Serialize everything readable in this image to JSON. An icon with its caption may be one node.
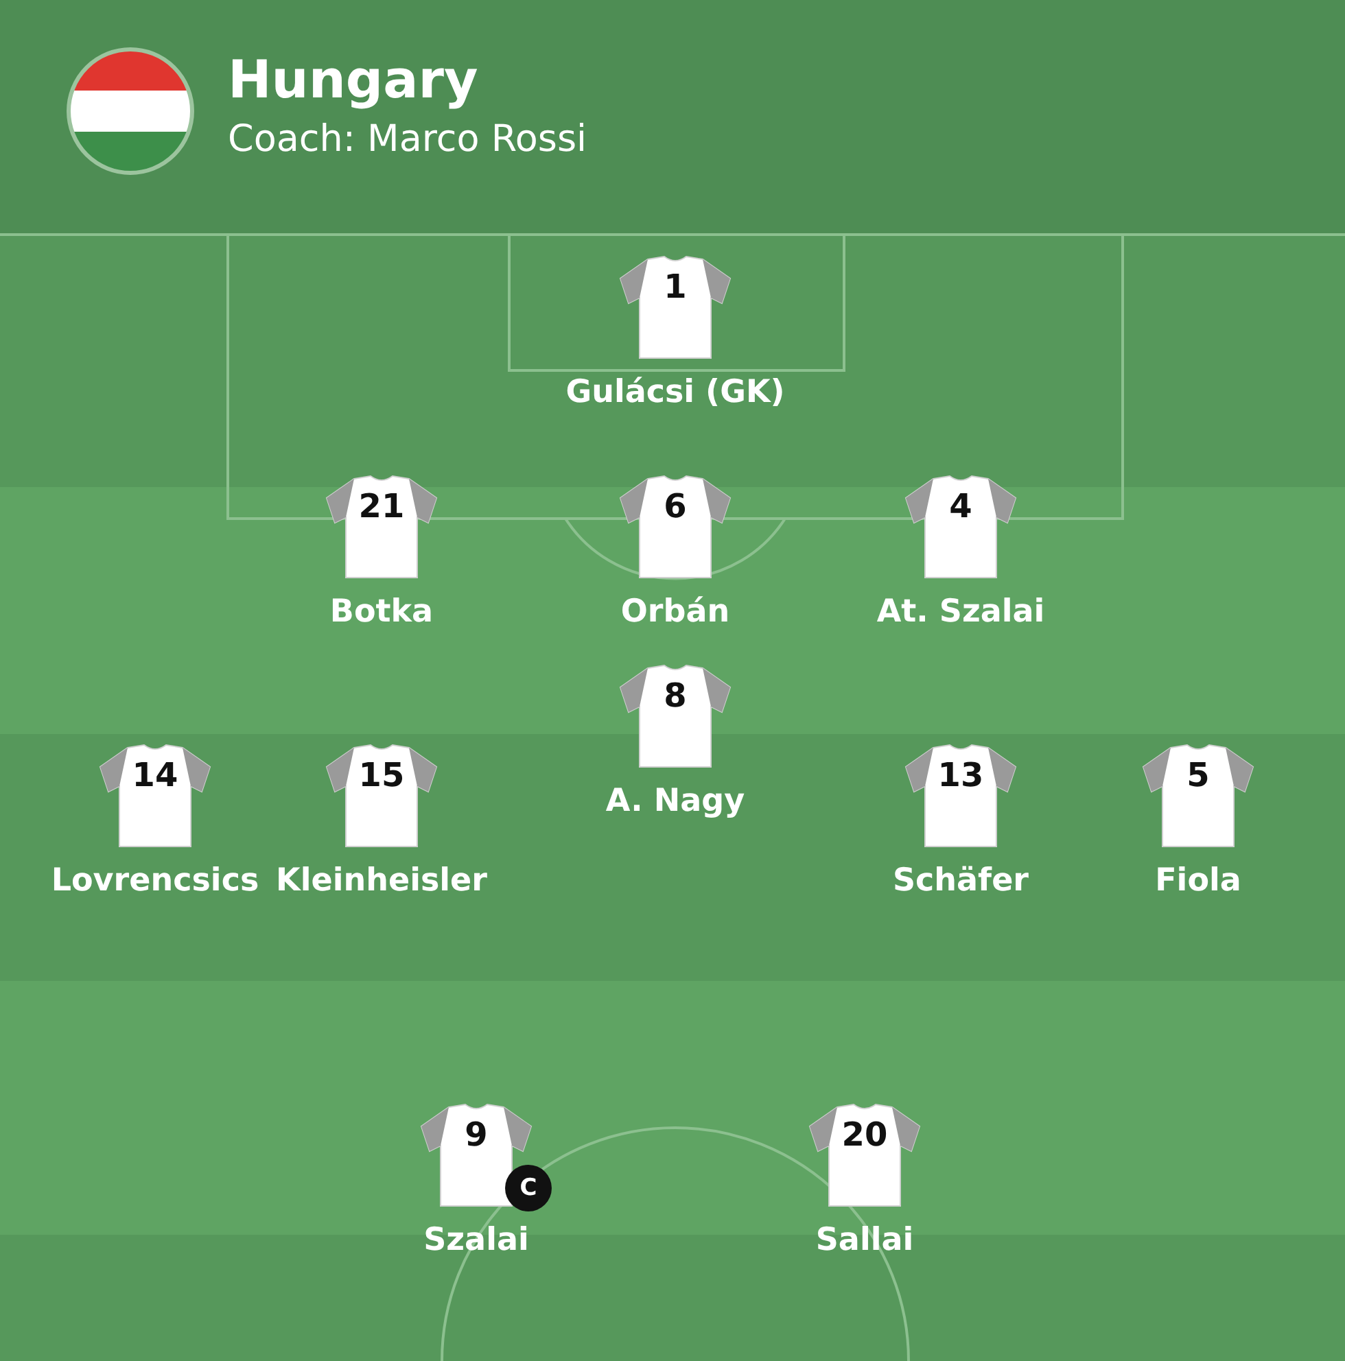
{
  "diagram": {
    "title": "Hungary",
    "nodes": [
      {
        "text": [
          "1"
        ],
        "beside": [
          "Gulácsi (GK)"
        ]
      },
      {
        "text": [
          "21"
        ],
        "beside": [
          "Botka"
        ]
      },
      {
        "text": [
          "6"
        ],
        "beside": [
          "Orbán"
        ]
      },
      {
        "text": [
          "4"
        ],
        "beside": [
          "At. Szalai"
        ]
      },
      {
        "text": [
          "8"
        ],
        "beside": [
          "A. Nagy"
        ]
      },
      {
        "text": [
          "14"
        ],
        "beside": [
          "Lovrencsics"
        ]
      },
      {
        "text": [
          "15"
        ],
        "beside": [
          "Kleinheisler"
        ]
      },
      {
        "text": [
          "13"
        ],
        "beside": [
          "Schäfer"
        ]
      },
      {
        "text": [
          "5"
        ],
        "beside": [
          "Fiola"
        ]
      },
      {
        "text": [
          "9"
        ],
        "beside": [
          "Szalai"
        ]
      },
      {
        "text": [
          "20"
        ],
        "beside": [
          "Sallai"
        ]
      }
    ],
    "edges": [],
    "labels": [
      "Coach: Marco Rossi",
      "C"
    ]
  }
}
